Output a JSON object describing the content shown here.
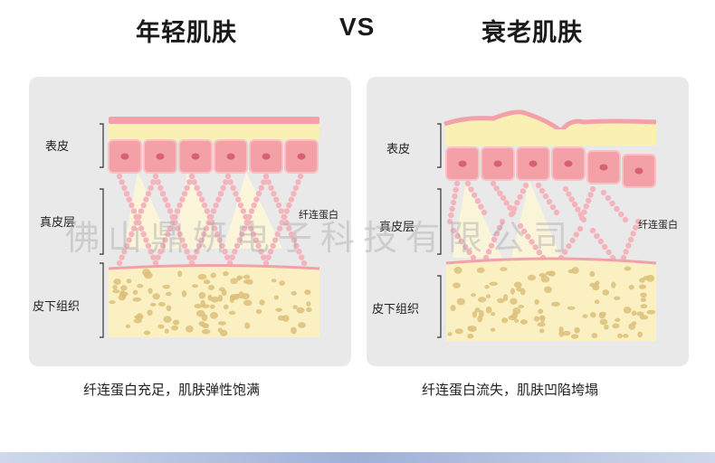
{
  "header": {
    "left_title": "年轻肌肤",
    "vs": "VS",
    "right_title": "衰老肌肤"
  },
  "left_panel": {
    "labels": {
      "epidermis": "表皮",
      "dermis": "真皮层",
      "subcutis": "皮下组织"
    },
    "fiber_label": "纤连蛋白",
    "caption": "纤连蛋白充足，肌肤弹性饱满"
  },
  "right_panel": {
    "labels": {
      "epidermis": "表皮",
      "dermis": "真皮层",
      "subcutis": "皮下组织"
    },
    "fiber_label": "纤连蛋白",
    "caption": "纤连蛋白流失，肌肤凹陷垮塌"
  },
  "watermark": "佛山鼎妍电子科技有限公司",
  "colors": {
    "panel_bg": "#e9e9ea",
    "epidermis_yellow": "#fbf0b4",
    "cell_pink": "#f3a0a6",
    "fiber_pink": "#f4b4bc",
    "fat_base": "#fbf0c2",
    "fat_dot": "#dcc07a",
    "skin_line": "#f2a1ab"
  }
}
